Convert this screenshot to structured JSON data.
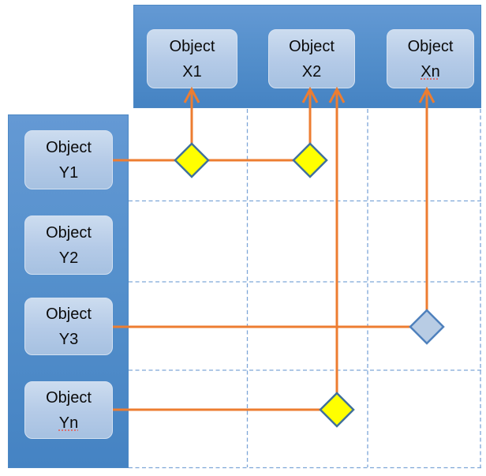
{
  "diagram": {
    "type": "matrix-relationship-diagram",
    "x_objects": [
      {
        "id": "X1",
        "line1": "Object",
        "line2": "X1",
        "misspelled": false
      },
      {
        "id": "X2",
        "line1": "Object",
        "line2": "X2",
        "misspelled": false
      },
      {
        "id": "Xn",
        "line1": "Object",
        "line2": "Xn",
        "misspelled": true
      }
    ],
    "y_objects": [
      {
        "id": "Y1",
        "line1": "Object",
        "line2": "Y1",
        "misspelled": false
      },
      {
        "id": "Y2",
        "line1": "Object",
        "line2": "Y2",
        "misspelled": false
      },
      {
        "id": "Y3",
        "line1": "Object",
        "line2": "Y3",
        "misspelled": false
      },
      {
        "id": "Yn",
        "line1": "Object",
        "line2": "Yn",
        "misspelled": true
      }
    ],
    "relationships": [
      {
        "from": "Y1",
        "to": "X1",
        "marker": "yellow-diamond"
      },
      {
        "from": "Y1",
        "to": "X2",
        "marker": "yellow-diamond"
      },
      {
        "from": "Yn",
        "to": "X2",
        "marker": "yellow-diamond"
      },
      {
        "from": "Y3",
        "to": "Xn",
        "marker": "blue-diamond"
      }
    ],
    "colors": {
      "bar_blue_top": "#6499d4",
      "bar_blue_bottom": "#4583c3",
      "node_fill_top": "#ccdcef",
      "node_fill_bottom": "#a6c1e1",
      "connector_orange": "#ED7D31",
      "diamond_yellow": "#FFFF00",
      "diamond_blue_fill": "#B8CCE4",
      "diamond_stroke": "#41719C",
      "grid_dash_blue": "#7EA6D8"
    }
  }
}
